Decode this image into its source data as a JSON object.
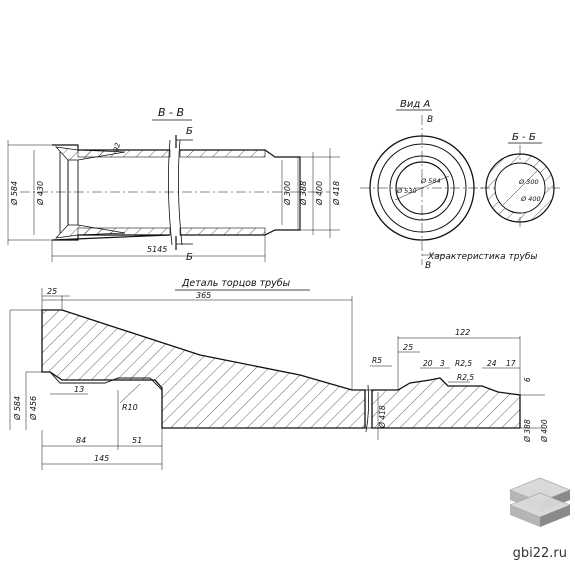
{
  "views": {
    "section_vv": "В - В",
    "view_a": "Вид А",
    "section_bb": "Б - Б",
    "cut_b": "Б",
    "cut_v": "В"
  },
  "characteristic_label": "Характеристика трубы",
  "detail_title": "Деталь торцов трубы",
  "dims_top": {
    "d584": "Ø 584",
    "d430": "Ø 430",
    "d300": "Ø 300",
    "d388": "Ø 388",
    "d400": "Ø 400",
    "d418": "Ø 418",
    "len": "5145",
    "t92": "92"
  },
  "dims_circle_a": {
    "d530": "Ø 530",
    "d584": "Ø 584"
  },
  "dims_circle_b": {
    "d300": "Ø 300",
    "d400": "Ø 400"
  },
  "dims_detail_left": {
    "w25": "25",
    "w365": "365",
    "d584": "Ø 584",
    "d456": "Ø 456",
    "w13": "13",
    "r10": "R10",
    "w84": "84",
    "w51": "51",
    "w145": "145"
  },
  "dims_detail_right": {
    "w122": "122",
    "w25": "25",
    "r5": "R5",
    "w20": "20",
    "w3": "3",
    "r2_5a": "R2,5",
    "r2_5b": "R2,5",
    "w24": "24",
    "w17": "17",
    "w6": "6",
    "d418": "Ø 418",
    "d388": "Ø 388",
    "d400": "Ø 400"
  },
  "website": "gbi22.ru",
  "colors": {
    "ink": "#111111",
    "logo_light": "#d9d9d9",
    "logo_mid": "#b5b5b5",
    "logo_dark": "#8a8a8a"
  }
}
